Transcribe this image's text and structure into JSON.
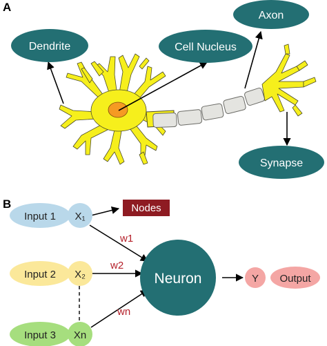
{
  "panel_a": {
    "label": "A",
    "dendrite": "Dendrite",
    "cell_nucleus": "Cell Nucleus",
    "axon": "Axon",
    "synapse": "Synapse"
  },
  "panel_b": {
    "label": "B",
    "input1": "Input 1",
    "input2": "Input 2",
    "input3": "Input 3",
    "x1": "X₁",
    "x2": "X₂",
    "xn": "Xn",
    "nodes": "Nodes",
    "w1": "w1",
    "w2": "w2",
    "wn": "wn",
    "neuron": "Neuron",
    "y": "Y",
    "output": "Output"
  },
  "colors": {
    "teal": "#236f73",
    "yellow": "#f6ef1c",
    "nucleus": "#f59a23",
    "axon_segment": "#e4e4e0",
    "input1": "#b9d8ea",
    "input2": "#fbe89a",
    "input3": "#a6de7e",
    "nodes_box": "#8e1b22",
    "output": "#f4a6a4",
    "weight_text": "#b5202a"
  }
}
